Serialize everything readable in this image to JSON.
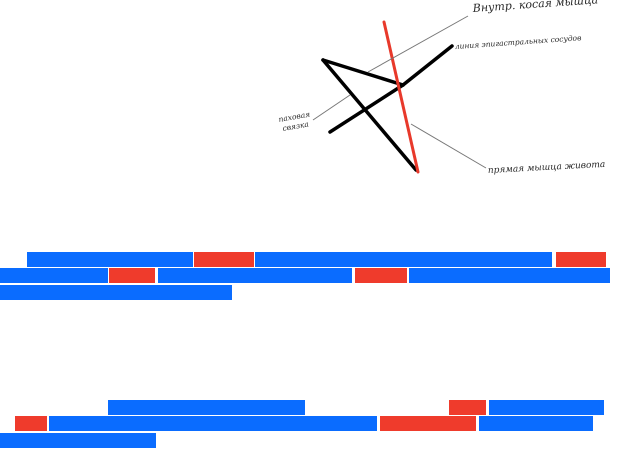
{
  "diagram": {
    "labels": {
      "inner_leg": "Внутр. косая мышца",
      "hip_line": "линия эпигастральных сосудов",
      "right_leg": "прямая мышца живота",
      "ext_leg_line1": "паховая",
      "ext_leg_line2": "связка"
    },
    "colors": {
      "line": "#000000",
      "red_line": "#e8392b",
      "pointer": "#777777"
    }
  },
  "redacted_text": {
    "colors": {
      "blue": "#0a6cff",
      "red": "#ef3b2c"
    },
    "paragraph_1": {
      "line_count": 3
    },
    "paragraph_2": {
      "line_count": 3
    }
  }
}
